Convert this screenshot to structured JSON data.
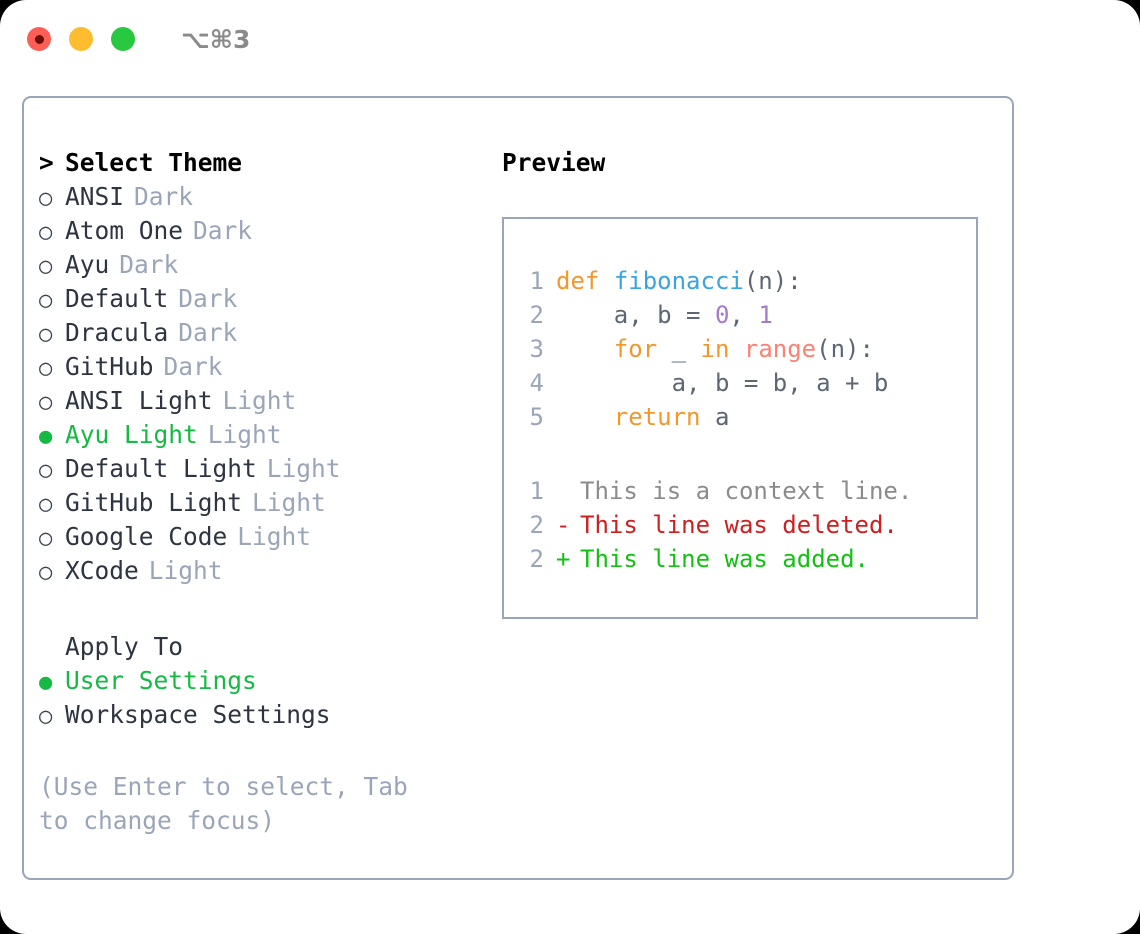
{
  "titlebar": {
    "shortcut": "⌥⌘3",
    "buttons": [
      {
        "name": "close",
        "color": "#fd5f57"
      },
      {
        "name": "minimize",
        "color": "#febc2e"
      },
      {
        "name": "maximize",
        "color": "#28c840"
      }
    ]
  },
  "theme_picker": {
    "heading": "Select Theme",
    "caret": ">",
    "marker_unselected": "○",
    "marker_selected": "●",
    "items": [
      {
        "name": "ANSI",
        "variant": "Dark",
        "selected": false
      },
      {
        "name": "Atom One",
        "variant": "Dark",
        "selected": false
      },
      {
        "name": "Ayu",
        "variant": "Dark",
        "selected": false
      },
      {
        "name": "Default",
        "variant": "Dark",
        "selected": false
      },
      {
        "name": "Dracula",
        "variant": "Dark",
        "selected": false
      },
      {
        "name": "GitHub",
        "variant": "Dark",
        "selected": false
      },
      {
        "name": "ANSI Light",
        "variant": "Light",
        "selected": false
      },
      {
        "name": "Ayu Light",
        "variant": "Light",
        "selected": true
      },
      {
        "name": "Default Light",
        "variant": "Light",
        "selected": false
      },
      {
        "name": "GitHub Light",
        "variant": "Light",
        "selected": false
      },
      {
        "name": "Google Code",
        "variant": "Light",
        "selected": false
      },
      {
        "name": "XCode",
        "variant": "Light",
        "selected": false
      }
    ]
  },
  "apply_to": {
    "heading": "Apply To",
    "items": [
      {
        "name": "User Settings",
        "selected": true
      },
      {
        "name": "Workspace Settings",
        "selected": false
      }
    ]
  },
  "hint": "(Use Enter to select, Tab to change focus)",
  "preview": {
    "title": "Preview",
    "code_lines": [
      {
        "lineno": "1",
        "tokens": [
          {
            "t": "def",
            "c": "kw"
          },
          {
            "t": " ",
            "c": "plain"
          },
          {
            "t": "fibonacci",
            "c": "fn"
          },
          {
            "t": "(n):",
            "c": "plain"
          }
        ]
      },
      {
        "lineno": "2",
        "tokens": [
          {
            "t": "    a, b = ",
            "c": "plain"
          },
          {
            "t": "0",
            "c": "num"
          },
          {
            "t": ", ",
            "c": "plain"
          },
          {
            "t": "1",
            "c": "num"
          }
        ]
      },
      {
        "lineno": "3",
        "tokens": [
          {
            "t": "    ",
            "c": "plain"
          },
          {
            "t": "for",
            "c": "kw"
          },
          {
            "t": " _ ",
            "c": "plain"
          },
          {
            "t": "in",
            "c": "kw"
          },
          {
            "t": " ",
            "c": "plain"
          },
          {
            "t": "range",
            "c": "call"
          },
          {
            "t": "(n):",
            "c": "plain"
          }
        ]
      },
      {
        "lineno": "4",
        "tokens": [
          {
            "t": "        a, b = b, a + b",
            "c": "plain"
          }
        ]
      },
      {
        "lineno": "5",
        "tokens": [
          {
            "t": "    ",
            "c": "plain"
          },
          {
            "t": "return",
            "c": "kw"
          },
          {
            "t": " a",
            "c": "plain"
          }
        ]
      }
    ],
    "diff_lines": [
      {
        "lineno": "1",
        "sign": " ",
        "text": "This is a context line.",
        "kind": "ctx"
      },
      {
        "lineno": "2",
        "sign": "-",
        "text": "This line was deleted.",
        "kind": "del"
      },
      {
        "lineno": "2",
        "sign": "+",
        "text": "This line was added.",
        "kind": "add"
      }
    ]
  },
  "colors": {
    "accent_green": "#16b943",
    "muted": "#9aa5b8",
    "keyword": "#f2972c",
    "function": "#3aa3e3",
    "number": "#a37acc",
    "call": "#fa8272",
    "diff_add": "#12c112",
    "diff_del": "#cc1f1f",
    "border": "#9aa5b8"
  }
}
